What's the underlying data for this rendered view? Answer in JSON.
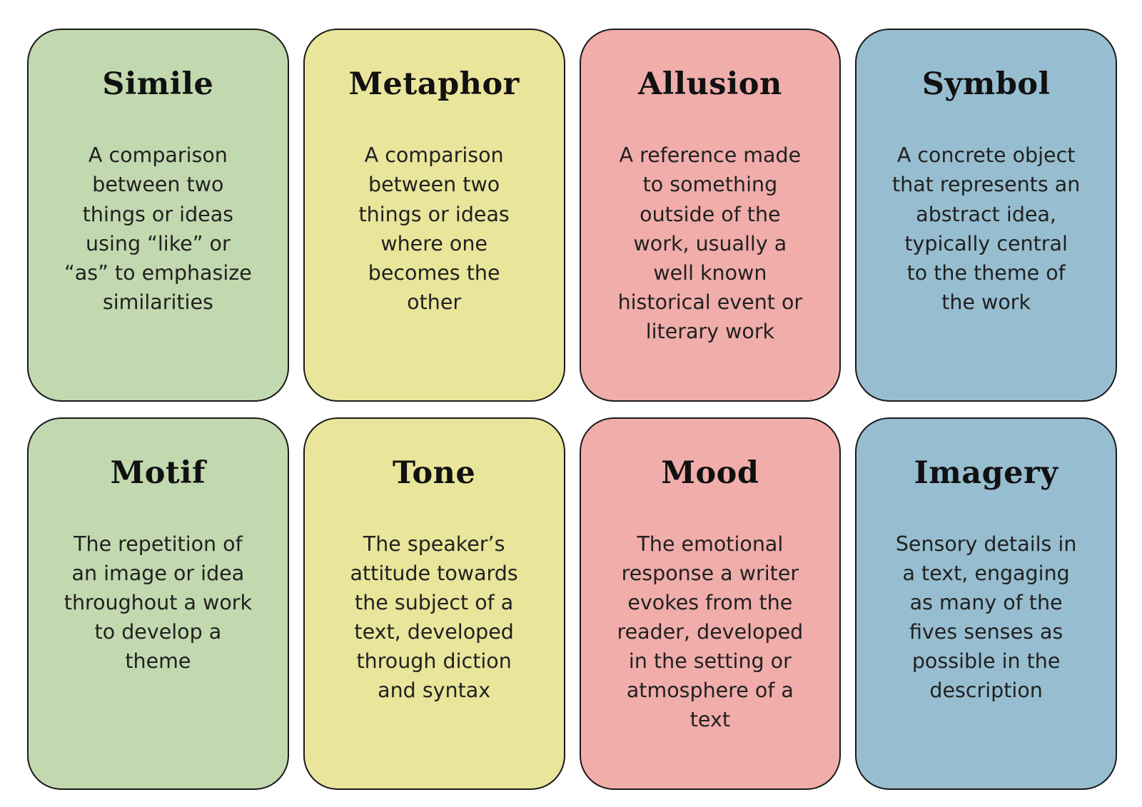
{
  "page": {
    "background_color": "#ffffff",
    "border_color": "#1a1a1a",
    "title_color": "#111111",
    "text_color": "#212121"
  },
  "cards": [
    {
      "id": "simile",
      "title": "Simile",
      "description": "A comparison\nbetween two\nthings or ideas\nusing “like” or\n“as” to emphasize\nsimilarities",
      "bg_color": "#c2d9af"
    },
    {
      "id": "metaphor",
      "title": "Metaphor",
      "description": "A comparison\nbetween two\nthings or ideas\nwhere one\nbecomes the\nother",
      "bg_color": "#e9e59b"
    },
    {
      "id": "allusion",
      "title": "Allusion",
      "description": "A reference made\nto something\noutside of the\nwork, usually a\nwell known\nhistorical event or\nliterary work",
      "bg_color": "#f0adaa"
    },
    {
      "id": "symbol",
      "title": "Symbol",
      "description": "A concrete object\nthat represents an\nabstract idea,\ntypically central\nto the theme of\nthe work",
      "bg_color": "#97bed0"
    },
    {
      "id": "motif",
      "title": "Motif",
      "description": "The repetition of\nan image or idea\nthroughout a work\nto develop a\ntheme",
      "bg_color": "#c2d9af"
    },
    {
      "id": "tone",
      "title": "Tone",
      "description": "The speaker’s\nattitude towards\nthe subject of a\ntext, developed\nthrough diction\nand syntax",
      "bg_color": "#e9e59b"
    },
    {
      "id": "mood",
      "title": "Mood",
      "description": "The emotional\nresponse a writer\nevokes from the\nreader, developed\nin the setting or\natmosphere of a\ntext",
      "bg_color": "#f0adaa"
    },
    {
      "id": "imagery",
      "title": "Imagery",
      "description": "Sensory details in\na text, engaging\nas many of the\nfives senses as\npossible in the\ndescription",
      "bg_color": "#97bed0"
    }
  ]
}
